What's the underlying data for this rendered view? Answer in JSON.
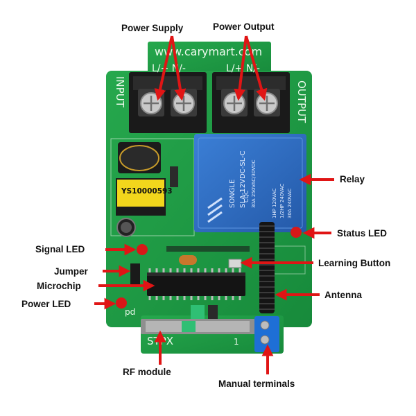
{
  "board": {
    "url": "www.carymart.com",
    "input_silk": "INPUT",
    "output_silk": "OUTPUT",
    "input_terminals": "L/+  N/-",
    "output_terminals": "L/+  N/-",
    "rf_silk": "STPX",
    "rf_pin": "1",
    "pd_silk": "pd",
    "relay": {
      "brand": "SONGLE",
      "model": "SLA-12VDC-SL-C",
      "rating1": "30A 250VAC/30VDC",
      "rating2": "1HP 120VAC",
      "rating3": "1/2HP 240VAC",
      "rating4": "30A 240VAC",
      "cqc": "CQC"
    },
    "chip_label": "YS10000593"
  },
  "labels": {
    "power_supply": "Power Supply",
    "power_output": "Power Output",
    "relay": "Relay",
    "status_led": "Status LED",
    "signal_led": "Signal LED",
    "learning_button": "Learning Button",
    "jumper": "Jumper",
    "microchip": "Microchip",
    "antenna": "Antenna",
    "power_led": "Power LED",
    "rf_module": "RF module",
    "manual_terminals": "Manual terminals"
  },
  "colors": {
    "pcb": "#1f9a45",
    "relay": "#2f6fc4",
    "arrow": "#e01515",
    "terminal_block": "#1a1a1a",
    "blue_terminal": "#1e6fd6",
    "led": "#d81818"
  }
}
